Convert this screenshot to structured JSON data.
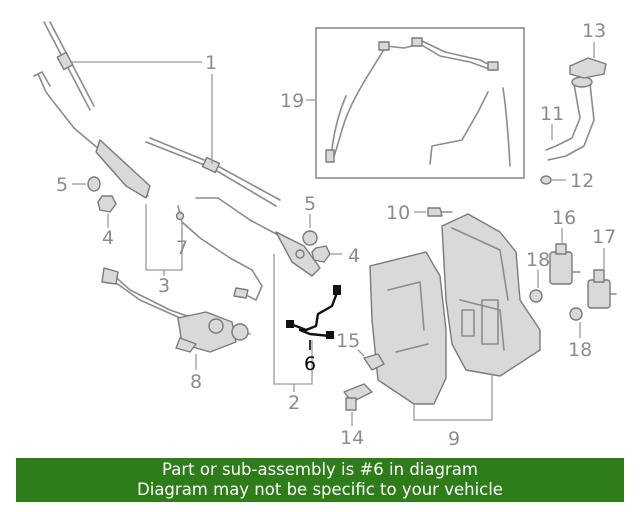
{
  "diagram": {
    "callouts": [
      {
        "id": "c1",
        "text": "1"
      },
      {
        "id": "c2",
        "text": "2"
      },
      {
        "id": "c3",
        "text": "3"
      },
      {
        "id": "c4a",
        "text": "4"
      },
      {
        "id": "c4b",
        "text": "4"
      },
      {
        "id": "c5a",
        "text": "5"
      },
      {
        "id": "c5b",
        "text": "5"
      },
      {
        "id": "c6",
        "text": "6",
        "highlighted": true
      },
      {
        "id": "c7",
        "text": "7"
      },
      {
        "id": "c8",
        "text": "8"
      },
      {
        "id": "c9",
        "text": "9"
      },
      {
        "id": "c10",
        "text": "10"
      },
      {
        "id": "c11",
        "text": "11"
      },
      {
        "id": "c12",
        "text": "12"
      },
      {
        "id": "c13",
        "text": "13"
      },
      {
        "id": "c14",
        "text": "14"
      },
      {
        "id": "c15",
        "text": "15"
      },
      {
        "id": "c16",
        "text": "16"
      },
      {
        "id": "c17",
        "text": "17"
      },
      {
        "id": "c18a",
        "text": "18"
      },
      {
        "id": "c18b",
        "text": "18"
      },
      {
        "id": "c19",
        "text": "19"
      }
    ],
    "colors": {
      "parts": "#8c8c8c",
      "highlight": "#000000",
      "banner": "#2e7d1a",
      "banner_text": "#ffffff"
    }
  },
  "banner": {
    "line1": "Part or sub-assembly is #6 in diagram",
    "line2": "Diagram may not be specific to your vehicle"
  }
}
